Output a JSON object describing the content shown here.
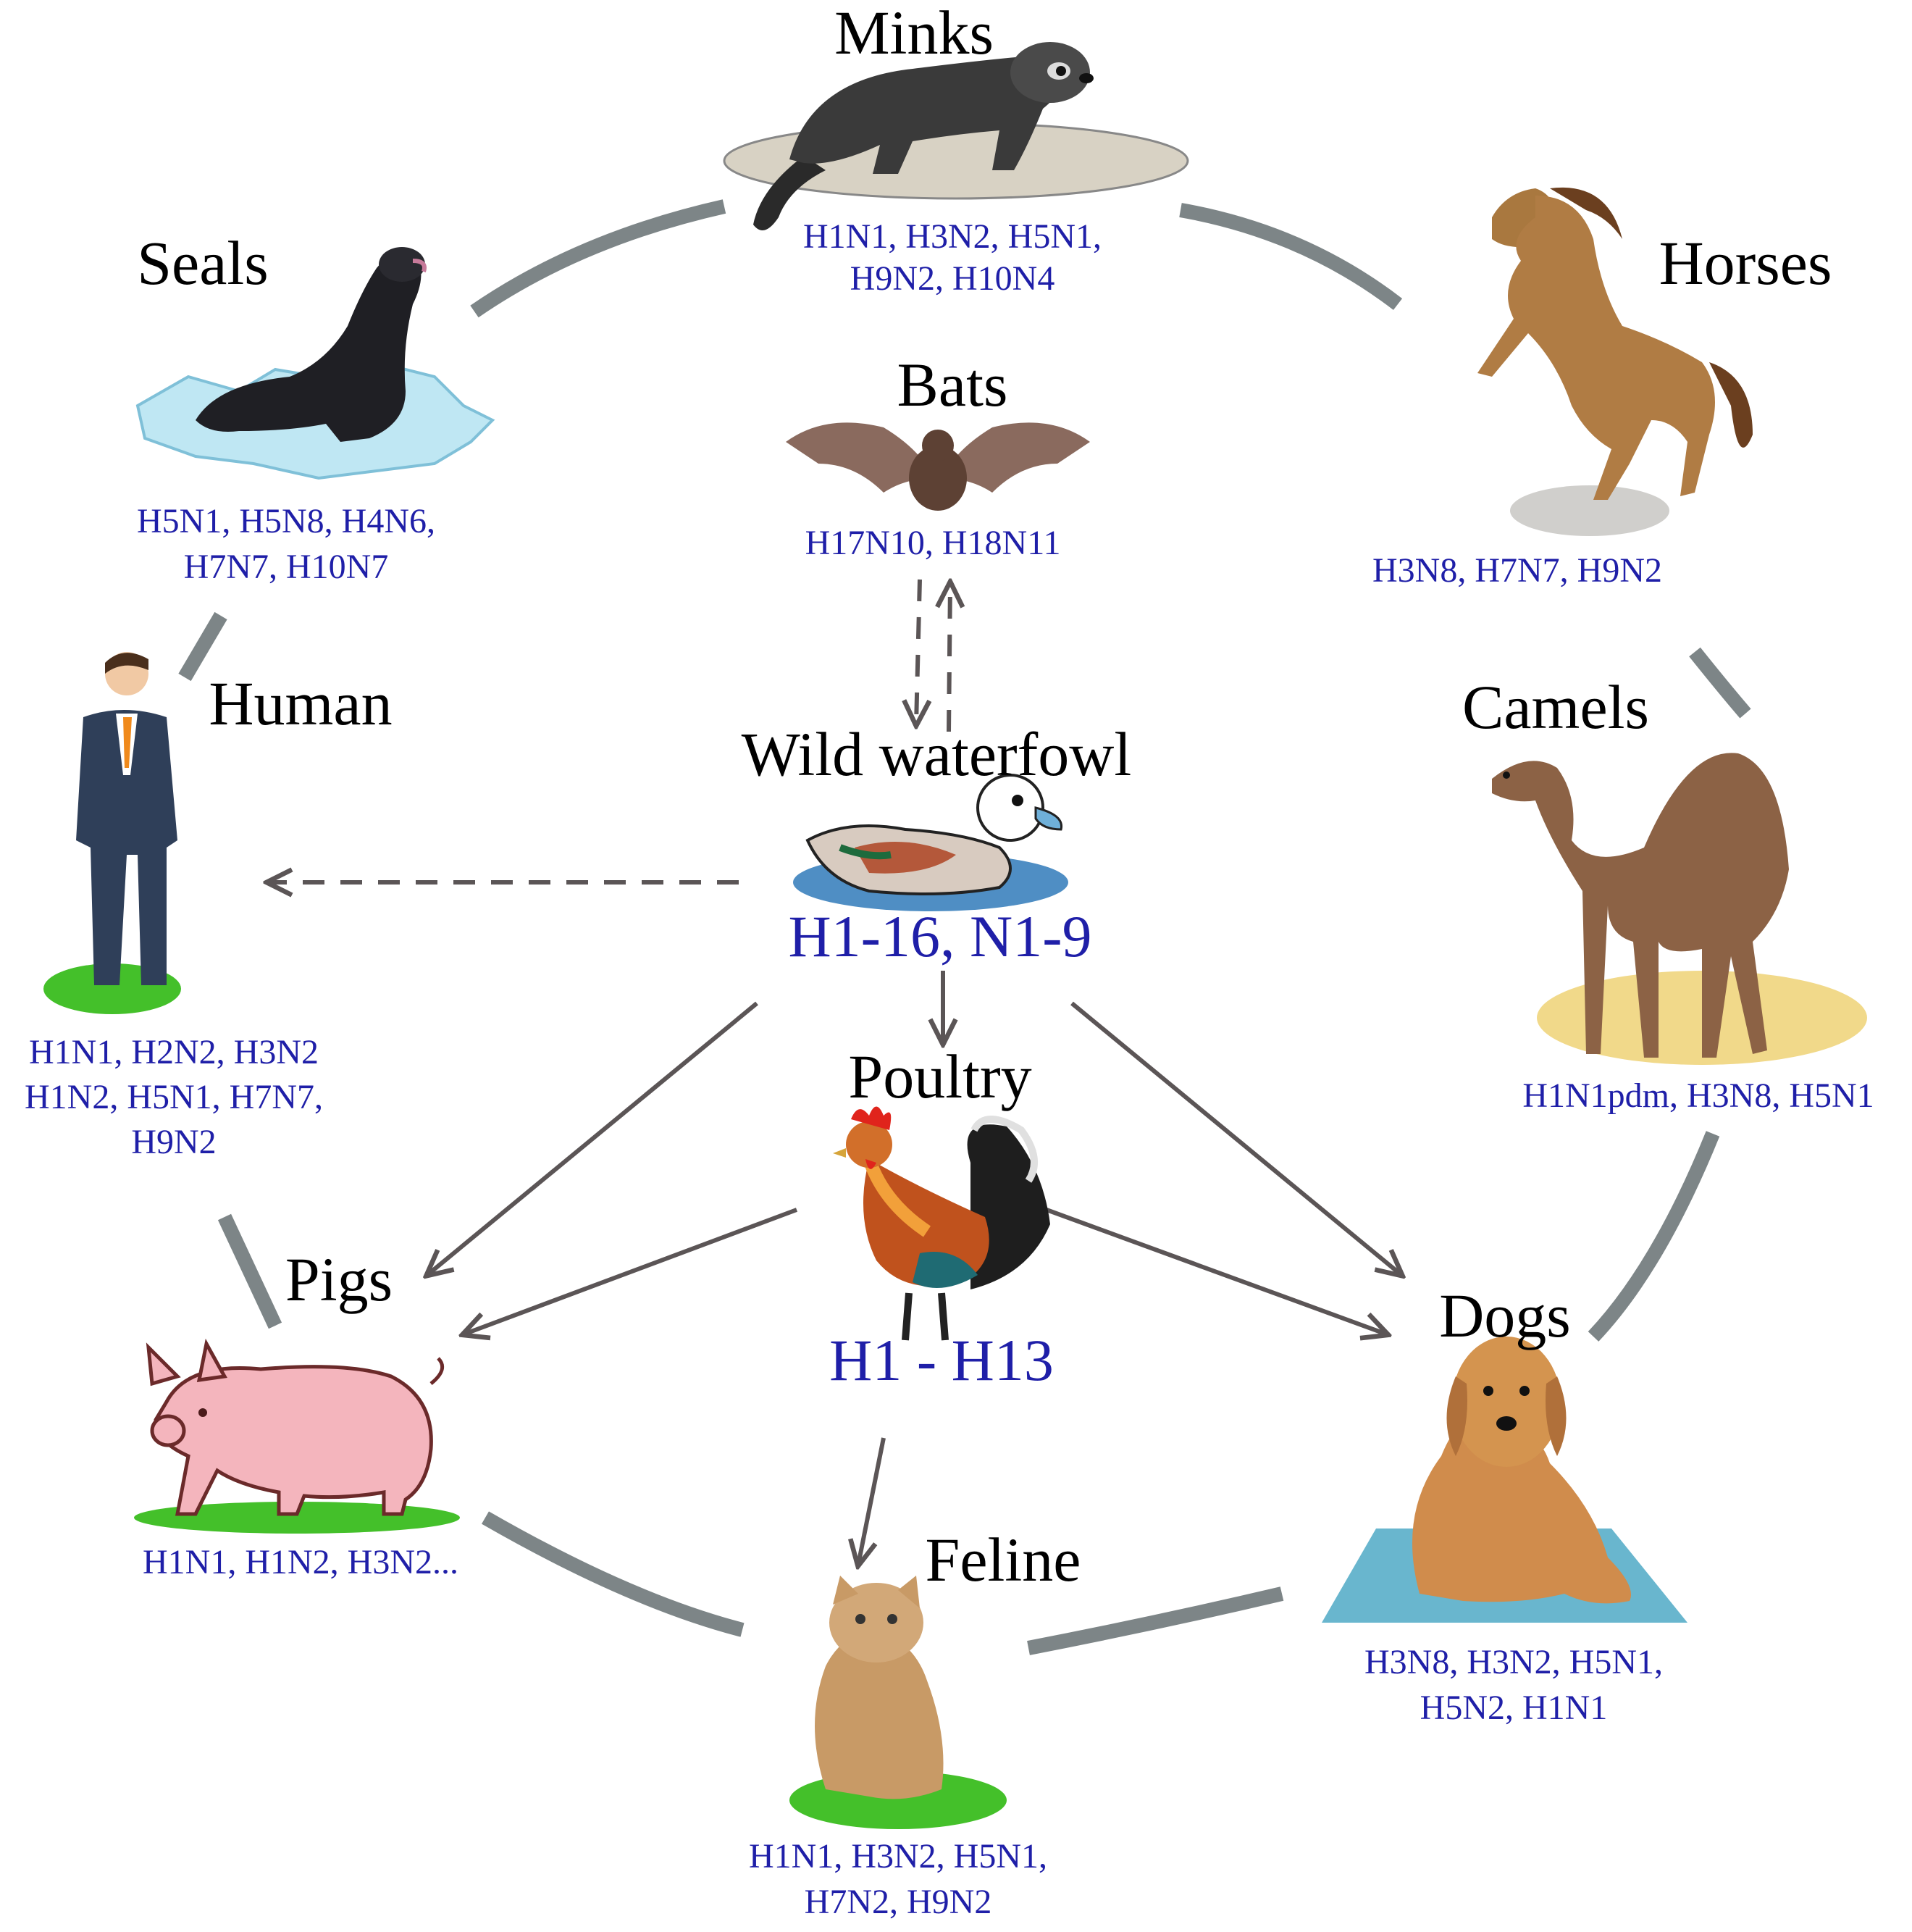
{
  "nodes": {
    "minks": {
      "name": "Minks",
      "subtypes": [
        "H1N1, H3N2, H5N1,",
        "H9N2, H10N4"
      ]
    },
    "seals": {
      "name": "Seals",
      "subtypes": [
        "H5N1, H5N8, H4N6,",
        "H7N7, H10N7"
      ]
    },
    "horses": {
      "name": "Horses",
      "subtypes": [
        "H3N8, H7N7, H9N2"
      ]
    },
    "bats": {
      "name": "Bats",
      "subtypes": [
        "H17N10, H18N11"
      ]
    },
    "human": {
      "name": "Human",
      "subtypes": [
        "H1N1, H2N2, H3N2",
        "H1N2, H5N1, H7N7,",
        "H9N2"
      ]
    },
    "waterfowl": {
      "name": "Wild waterfowl",
      "subtypes": [
        "H1-16, N1-9"
      ]
    },
    "camels": {
      "name": "Camels",
      "subtypes": [
        "H1N1pdm, H3N8, H5N1"
      ]
    },
    "poultry": {
      "name": "Poultry",
      "subtypes": [
        "H1 - H13"
      ]
    },
    "pigs": {
      "name": "Pigs",
      "subtypes": [
        "H1N1, H1N2,  H3N2..."
      ]
    },
    "dogs": {
      "name": "Dogs",
      "subtypes": [
        "H3N8, H3N2, H5N1,",
        "H5N2, H1N1"
      ]
    },
    "feline": {
      "name": "Feline",
      "subtypes": [
        "H1N1, H3N2, H5N1,",
        "H7N2, H9N2"
      ]
    }
  },
  "colors": {
    "subtype_text": "#1f1fa8",
    "ring": "#7d8587",
    "arrow": "#5b5556"
  },
  "icons": [
    "mink-icon",
    "seal-icon",
    "horse-icon",
    "bat-icon",
    "human-icon",
    "duck-icon",
    "camel-icon",
    "rooster-icon",
    "pig-icon",
    "dog-icon",
    "cat-icon"
  ]
}
